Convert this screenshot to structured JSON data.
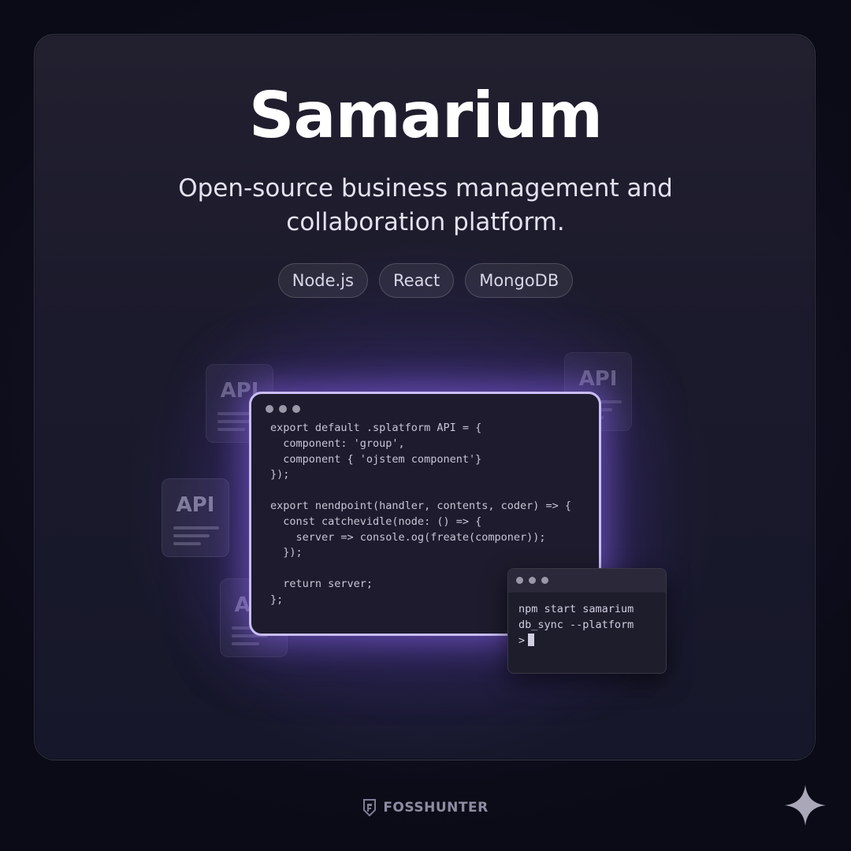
{
  "header": {
    "title": "Samarium",
    "subtitle": "Open-source business management and collaboration platform."
  },
  "tags": [
    "Node.js",
    "React",
    "MongoDB"
  ],
  "api_docs": {
    "label": "API"
  },
  "code_window": {
    "lines": [
      "export default .splatform API = {",
      "  component: 'group',",
      "  component { 'ojstem component'}",
      "});",
      "",
      "export nendpoint(handler, contents, coder) => {",
      "  const catchevidle(node: () => {",
      "    server => console.og(freate(componer));",
      "  });",
      "",
      "  return server;",
      "};"
    ]
  },
  "terminal": {
    "lines": [
      "npm start samarium",
      "db_sync --platform"
    ],
    "prompt": ">"
  },
  "footer": {
    "brand": "FOSSHUNTER"
  },
  "colors": {
    "accent_glow": "#8c64f0",
    "window_border": "#c9bdf5",
    "background": "#0b0b17"
  },
  "icons": [
    "fosshunter-logo-icon",
    "sparkle-icon"
  ]
}
